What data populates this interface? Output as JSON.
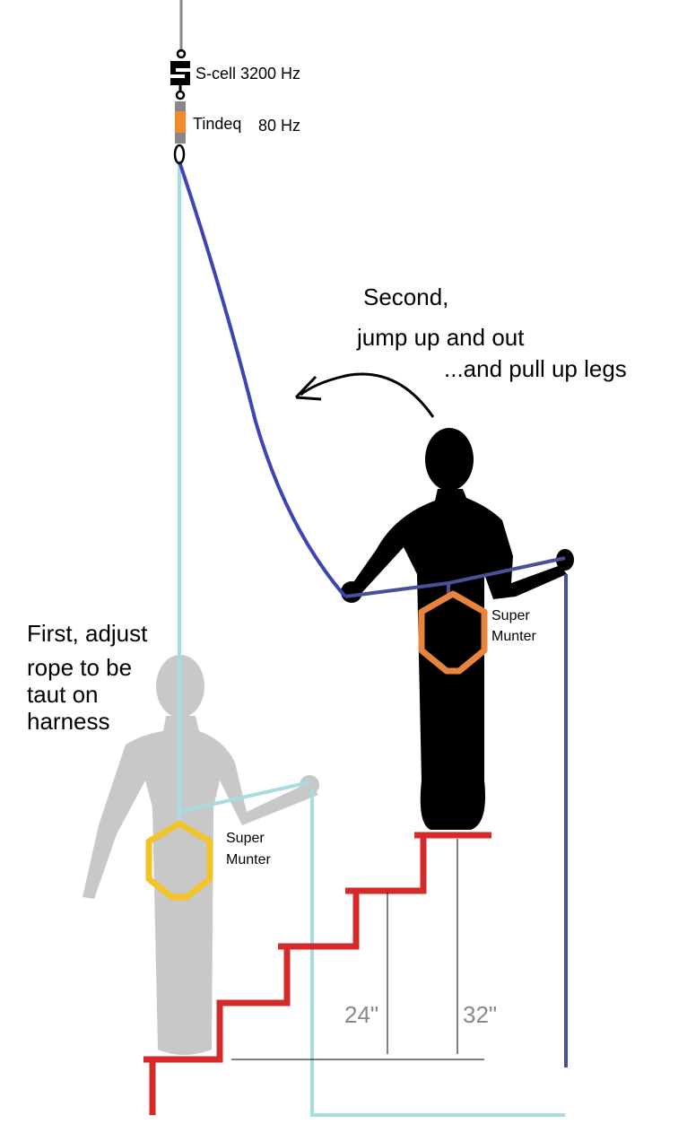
{
  "equipment": {
    "scell_label": "S-cell 3200 Hz",
    "tindeq_label": "Tindeq",
    "tindeq_rate": "80 Hz"
  },
  "instructions": {
    "second_line1": "Second,",
    "second_line2": "jump up and out",
    "second_line3": "...and pull up legs",
    "first_lines": [
      "First, adjust",
      "rope to be",
      "taut on",
      "harness"
    ]
  },
  "labels": {
    "munter_black_1": "Super",
    "munter_black_2": "Munter",
    "munter_gray_1": "Super",
    "munter_gray_2": "Munter"
  },
  "heights": {
    "step_24": "24\"",
    "step_32": "32\""
  },
  "colors": {
    "light_rope": "#a8dce4",
    "dark_rope": "#3b45b5",
    "stairs": "#d42a2a",
    "orange_munter": "#e8843e",
    "yellow_munter": "#f2c42a",
    "gray_person": "#c8c8c8"
  }
}
